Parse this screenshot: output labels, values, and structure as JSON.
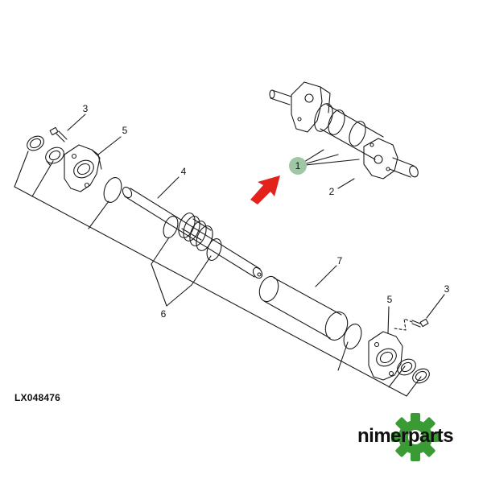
{
  "diagram": {
    "labels": {
      "p1": "1",
      "p2": "2",
      "p3a": "3",
      "p3b": "3",
      "p4": "4",
      "p5a": "5",
      "p5b": "5",
      "p6": "6",
      "p7": "7"
    },
    "reference_code": "LX048476"
  },
  "brand": {
    "name": "nimerparts",
    "gear_color": "#3a9a33",
    "highlight_color": "#9fc7a6"
  },
  "colors": {
    "arrow": "#e3231b",
    "line": "#1a1a1a"
  }
}
